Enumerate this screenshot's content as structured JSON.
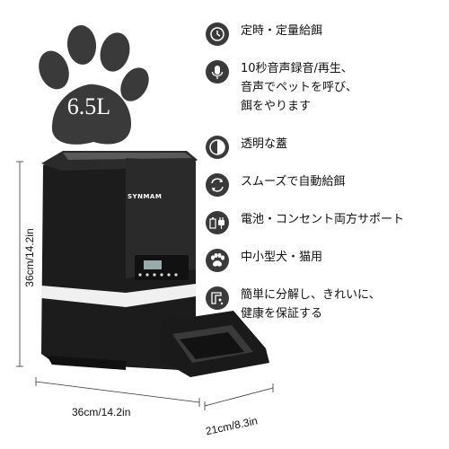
{
  "badge": {
    "volume": "6.5L"
  },
  "brand": {
    "name": "SYNMAM"
  },
  "dimensions": {
    "height": "36cm/14.2in",
    "width": "36cm/14.2in",
    "depth": "21cm/8.3in"
  },
  "features": [
    {
      "icon": "clock-icon",
      "lines": [
        "定時・定量給餌"
      ]
    },
    {
      "icon": "microphone-icon",
      "lines": [
        "10秒音声録音/再生、",
        "音声でペットを呼び、",
        "餌をやります"
      ]
    },
    {
      "icon": "transparent-lid-icon",
      "lines": [
        "透明な蓋"
      ]
    },
    {
      "icon": "rotation-feeding-icon",
      "lines": [
        "スムーズで自動給餌"
      ]
    },
    {
      "icon": "battery-plug-icon",
      "lines": [
        "電池・コンセント両方サポート"
      ]
    },
    {
      "icon": "paw-icon",
      "lines": [
        "中小型犬・猫用"
      ]
    },
    {
      "icon": "hand-wash-icon",
      "lines": [
        "簡単に分解し、きれいに、",
        "健康を保証する"
      ]
    }
  ]
}
